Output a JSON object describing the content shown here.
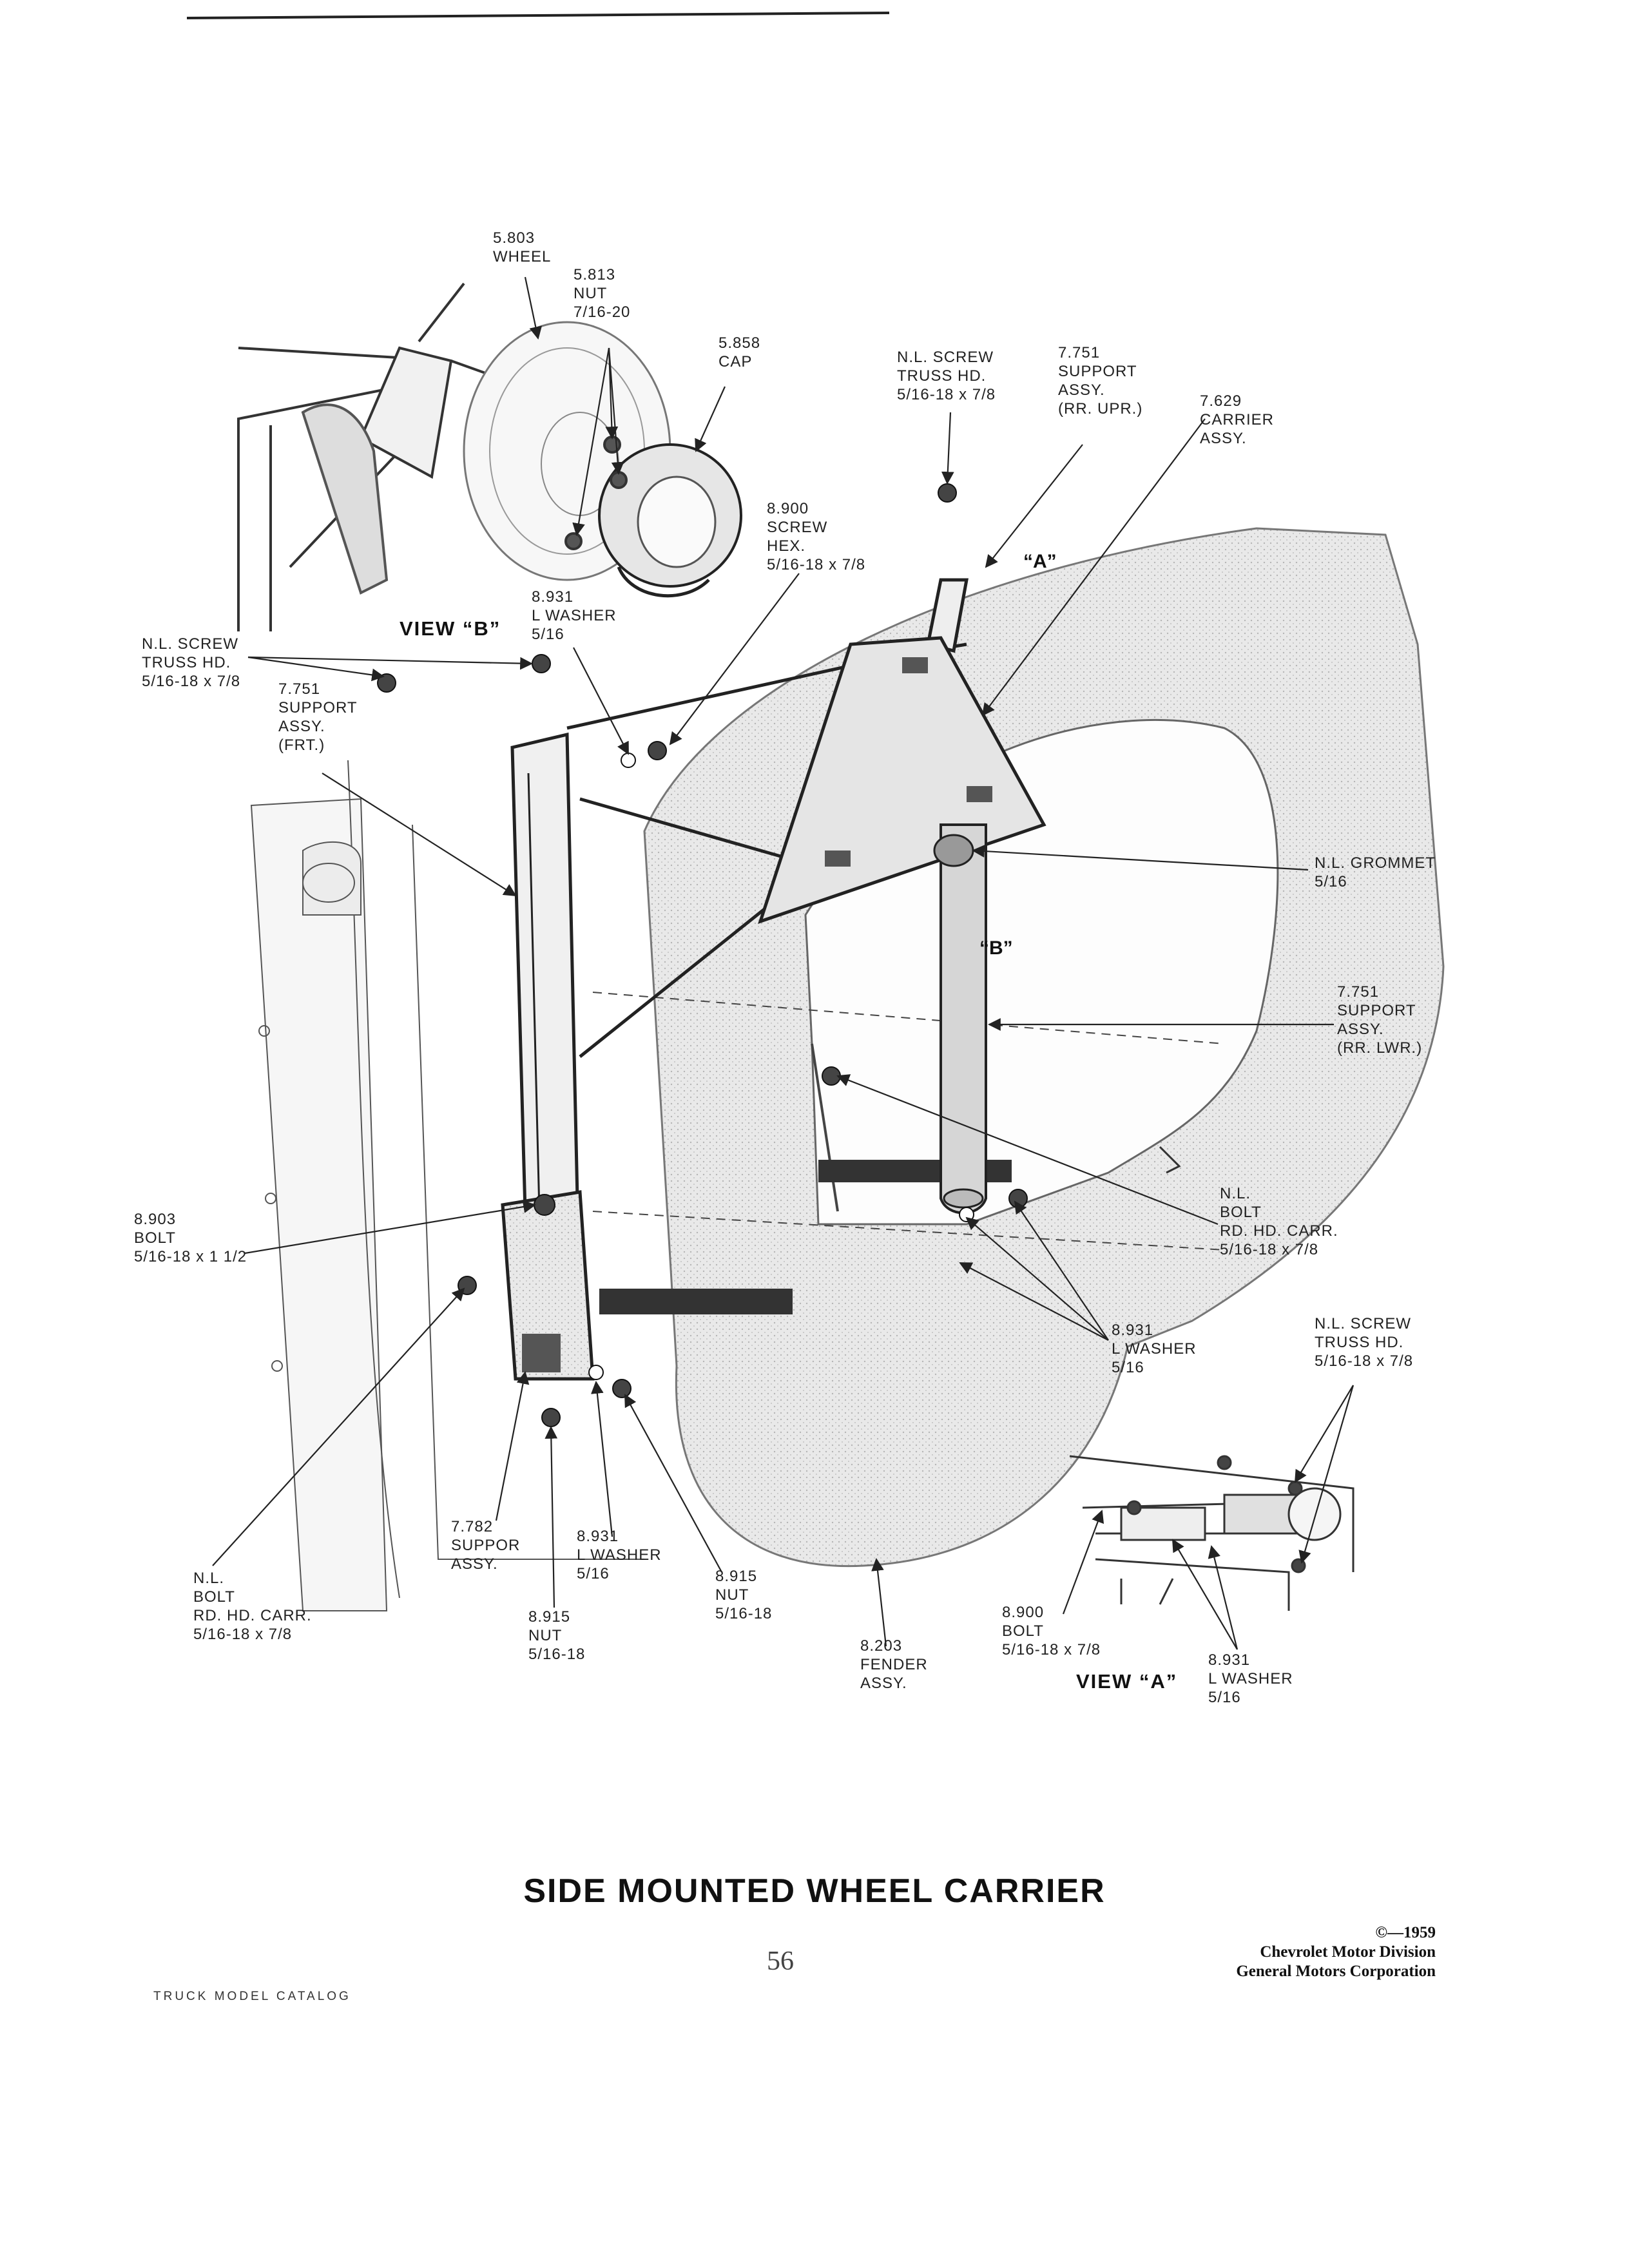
{
  "title": "SIDE MOUNTED WHEEL CARRIER",
  "page_number": "56",
  "footer_left": "TRUCK MODEL CATALOG",
  "copyright": {
    "line1": "©—1959",
    "line2": "Chevrolet Motor Division",
    "line3": "General Motors Corporation"
  },
  "views": {
    "view_a": "VIEW “A”",
    "view_b": "VIEW “B”"
  },
  "callouts": {
    "a": "“A”",
    "b": "“B”"
  },
  "labels": {
    "wheel": [
      "5.803",
      "WHEEL"
    ],
    "nut_top": [
      "5.813",
      "NUT",
      "7/16-20"
    ],
    "cap": [
      "5.858",
      "CAP"
    ],
    "screw_truss_top": [
      "N.L. SCREW",
      "TRUSS HD.",
      "5/16-18 x 7/8"
    ],
    "support_rr_upr": [
      "7.751",
      "SUPPORT",
      "ASSY.",
      "(RR. UPR.)"
    ],
    "carrier": [
      "7.629",
      "CARRIER",
      "ASSY."
    ],
    "screw_hex": [
      "8.900",
      "SCREW",
      "HEX.",
      "5/16-18 x 7/8"
    ],
    "washer_top": [
      "8.931",
      "L WASHER",
      "5/16"
    ],
    "screw_truss_left": [
      "N.L. SCREW",
      "TRUSS HD.",
      "5/16-18 x 7/8"
    ],
    "support_frt": [
      "7.751",
      "SUPPORT",
      "ASSY.",
      "(FRT.)"
    ],
    "grommet": [
      "N.L. GROMMET",
      "5/16"
    ],
    "support_rr_lwr": [
      "7.751",
      "SUPPORT",
      "ASSY.",
      "(RR. LWR.)"
    ],
    "bolt_8903": [
      "8.903",
      "BOLT",
      "5/16-18 x 1 1/2"
    ],
    "bolt_rd_right": [
      "N.L.",
      "BOLT",
      "RD. HD. CARR.",
      "5/16-18 x 7/8"
    ],
    "washer_mid": [
      "8.931",
      "L WASHER",
      "5/16"
    ],
    "screw_truss_right": [
      "N.L. SCREW",
      "TRUSS HD.",
      "5/16-18 x 7/8"
    ],
    "bolt_rd_left": [
      "N.L.",
      "BOLT",
      "RD. HD. CARR.",
      "5/16-18 x 7/8"
    ],
    "support_7782": [
      "7.782",
      "SUPPOR",
      "ASSY."
    ],
    "washer_low": [
      "8.931",
      "L WASHER",
      "5/16"
    ],
    "nut_8915_a": [
      "8.915",
      "NUT",
      "5/16-18"
    ],
    "nut_8915_b": [
      "8.915",
      "NUT",
      "5/16-18"
    ],
    "fender": [
      "8.203",
      "FENDER",
      "ASSY."
    ],
    "bolt_8900": [
      "8.900",
      "BOLT",
      "5/16-18 x 7/8"
    ],
    "washer_view_a": [
      "8.931",
      "L WASHER",
      "5/16"
    ]
  },
  "colors": {
    "ink": "#222222",
    "shade": "#cfcfcf",
    "paper": "#ffffff"
  }
}
